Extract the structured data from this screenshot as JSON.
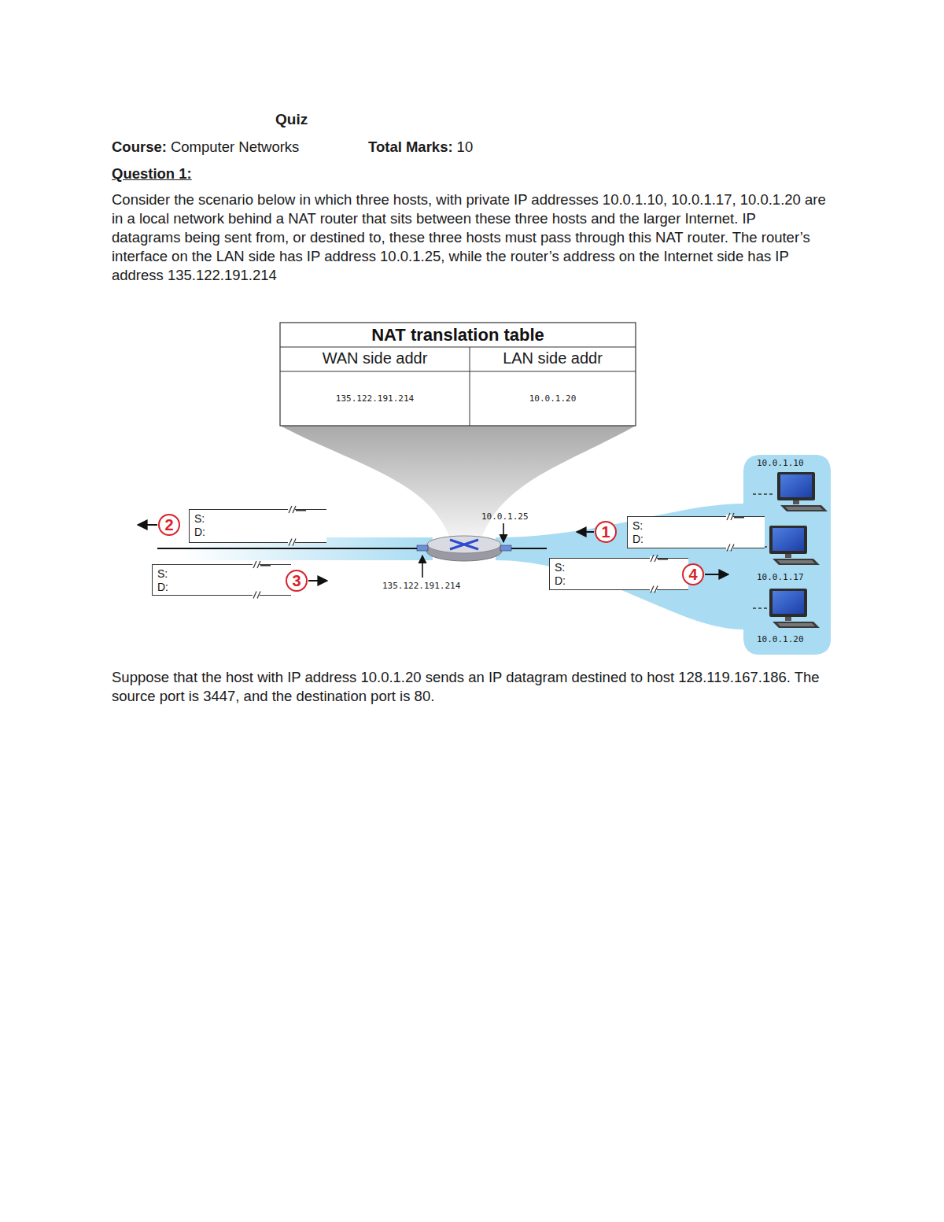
{
  "diagram": {
    "title": "Quiz",
    "nodes": [
      {
        "text": [
          "NAT translation table"
        ]
      },
      {
        "text": [
          "2"
        ]
      },
      {
        "text": [
          "S:",
          "D:"
        ]
      },
      {
        "text": [
          "1"
        ]
      },
      {
        "text": [
          "S:",
          "D:"
        ]
      },
      {
        "text": [
          "S:",
          "D:"
        ]
      },
      {
        "text": [
          "3"
        ]
      },
      {
        "text": [
          "S:",
          "D:"
        ]
      },
      {
        "text": [
          "4"
        ]
      }
    ],
    "labels": [
      "Course:",
      "Computer Networks",
      "Total Marks:",
      "10",
      "Question 1:",
      "Consider the scenario below in which three hosts, with private IP addresses 10.0.1.10, 10.0.1.17, 10.0.1.20 are in a local network behind a NAT router that sits between these three hosts and the larger Internet. IP datagrams being sent from, or destined to, these three hosts must pass through this NAT router. The router’s interface on the LAN side has IP address 10.0.1.25, while the router’s address on the Internet side has IP address 135.122.191.214",
      "WAN side addr",
      "LAN side addr",
      "135.122.191.214",
      "10.0.1.20",
      "10.0.1.25",
      "135.122.191.214",
      "10.0.1.10",
      "10.0.1.17",
      "10.0.1.20",
      "Suppose that the host with IP address 10.0.1.20 sends an IP datagram destined to host 128.119.167.186. The source port is 3447, and the destination port is 80."
    ]
  }
}
